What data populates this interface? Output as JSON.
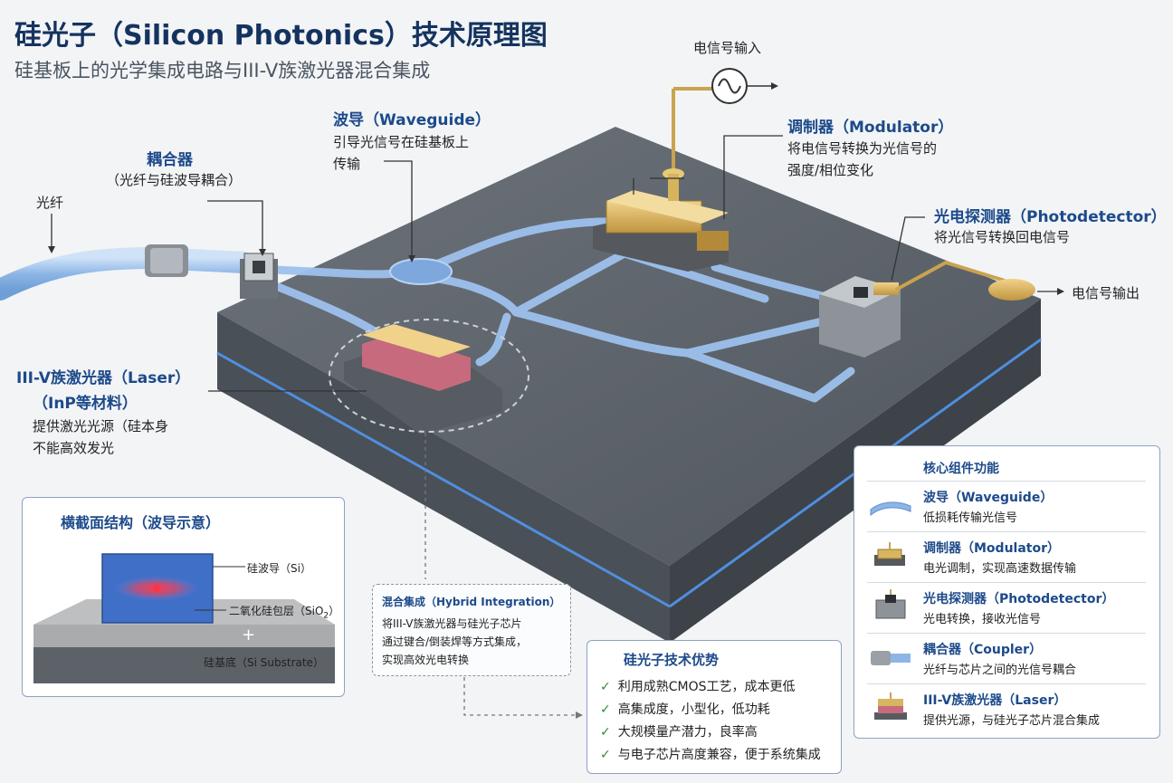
{
  "header": {
    "title": "硅光子（Silicon Photonics）技术原理图",
    "subtitle": "硅基板上的光学集成电路与III-V族激光器混合集成"
  },
  "labels": {
    "fiber": "光纤",
    "coupler_title": "耦合器",
    "coupler_sub": "（光纤与硅波导耦合）",
    "waveguide_title": "波导（Waveguide）",
    "waveguide_desc1": "引导光信号在硅基板上",
    "waveguide_desc2": "传输",
    "signal_in": "电信号输入",
    "modulator_title": "调制器（Modulator）",
    "modulator_desc1": "将电信号转换为光信号的",
    "modulator_desc2": "强度/相位变化",
    "pd_title": "光电探测器（Photodetector）",
    "pd_desc": "将光信号转换回电信号",
    "signal_out": "电信号输出",
    "laser_title1": "III-V族激光器（Laser）",
    "laser_title2": "（InP等材料）",
    "laser_desc1": "提供激光光源（硅本身",
    "laser_desc2": "不能高效发光"
  },
  "cross_section": {
    "title": "横截面结构（波导示意）",
    "si_wg": "硅波导（Si）",
    "sio2_prefix": "二氧化硅包层（SiO",
    "sio2_sub": "2",
    "sio2_suffix": "）",
    "substrate": "硅基底（Si Substrate）"
  },
  "hybrid": {
    "title": "混合集成（Hybrid Integration）",
    "lines": [
      "将III-V族激光器与硅光子芯片",
      "通过键合/倒装焊等方式集成，",
      "实现高效光电转换"
    ]
  },
  "advantages": {
    "title": "硅光子技术优势",
    "items": [
      "利用成熟CMOS工艺，成本更低",
      "高集成度，小型化，低功耗",
      "大规模量产潜力，良率高",
      "与电子芯片高度兼容，便于系统集成"
    ]
  },
  "legend": {
    "title": "核心组件功能",
    "items": [
      {
        "name": "波导（Waveguide）",
        "desc": "低损耗传输光信号",
        "icon": "waveguide-icon"
      },
      {
        "name": "调制器（Modulator）",
        "desc": "电光调制，实现高速数据传输",
        "icon": "modulator-icon"
      },
      {
        "name": "光电探测器（Photodetector）",
        "desc": "光电转换，接收光信号",
        "icon": "photodetector-icon"
      },
      {
        "name": "耦合器（Coupler）",
        "desc": "光纤与芯片之间的光信号耦合",
        "icon": "coupler-icon"
      },
      {
        "name": "III-V族激光器（Laser）",
        "desc": "提供光源，与硅光子芯片混合集成",
        "icon": "laser-icon"
      }
    ]
  },
  "colors": {
    "title": "#15335f",
    "accent_blue": "#1d4a8a",
    "chip_gray": "#5f656c",
    "waveguide": "#8fb4e3",
    "gold": "#d8b560",
    "check_green": "#2e8b3e"
  }
}
